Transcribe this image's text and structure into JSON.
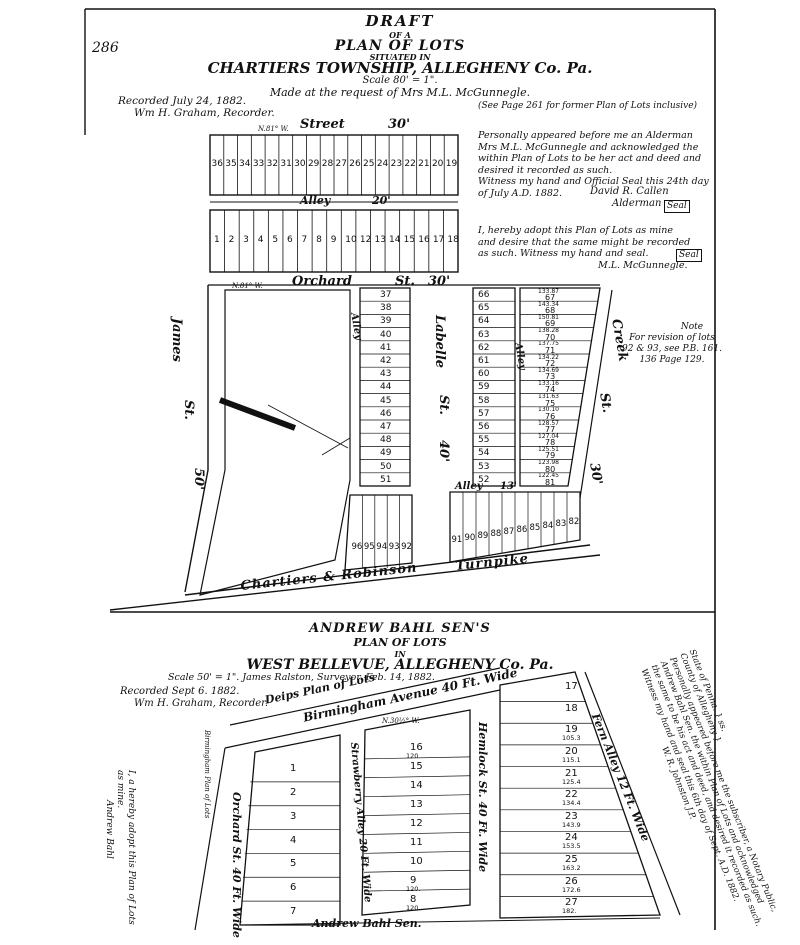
{
  "page_number": "286",
  "upper_plan": {
    "heading": [
      "DRAFT",
      "OF A",
      "PLAN OF LOTS",
      "SITUATED IN",
      "CHARTIERS TOWNSHIP, ALLEGHENY Co. Pa.",
      "Scale 80' = 1\".",
      "Made at the request of Mrs M.L. McGunnegle."
    ],
    "recorded": [
      "Recorded July 24, 1882.",
      "Wm H. Graham, Recorder."
    ],
    "see_page": "(See Page 261 for former Plan of Lots inclusive)",
    "acknowledgment": [
      "Personally appeared before me an Alderman",
      "Mrs M.L. McGunnegle and acknowledged the",
      "within Plan of Lots to be her act and deed and",
      "desired it recorded as such.",
      "Witness my hand and Official Seal this 24th day",
      "of July A.D. 1882."
    ],
    "alderman": [
      "David R. Callen",
      "Alderman"
    ],
    "seal": "Seal",
    "adoption": [
      "I, hereby adopt this Plan of Lots as mine",
      "and desire that the same might be recorded",
      "as such. Witness my hand and seal.",
      "M.L. McGunnegle."
    ],
    "revision_note": [
      "Note",
      "For revision of lots",
      "92 & 93, see P.B. 161.",
      "136 Page 129."
    ],
    "streets": {
      "street_top": "Street",
      "street_top_width": "30'",
      "bearing_top": "N.81° W.",
      "alley_mid": "Alley",
      "alley_mid_width": "20'",
      "orchard": "Orchard",
      "orchard_st": "St.",
      "orchard_width": "30'",
      "bearing_orchard": "N.81° W.",
      "james": "James",
      "james_st": "St.",
      "james_width": "50'",
      "labelle": "Labelle",
      "labelle_st": "St.",
      "labelle_width": "40'",
      "creek": "Creek",
      "creek_st": "St.",
      "creek_width": "30'",
      "alley_v1": "Alley",
      "alley_v2": "Alley",
      "alley_bottom": "Alley",
      "alley_bottom_width": "13'",
      "road": "Chartiers & Robinson",
      "turnpike": "Turnpike"
    },
    "lots_row1": [
      "36",
      "35",
      "34",
      "33",
      "32",
      "31",
      "30",
      "29",
      "28",
      "27",
      "26",
      "25",
      "24",
      "23",
      "22",
      "21",
      "20",
      "19"
    ],
    "lots_row2": [
      "1",
      "2",
      "3",
      "4",
      "5",
      "6",
      "7",
      "8",
      "9",
      "10",
      "12",
      "13",
      "14",
      "15",
      "16",
      "17",
      "18"
    ],
    "lots_col_a": [
      "37",
      "38",
      "39",
      "40",
      "41",
      "42",
      "43",
      "44",
      "45",
      "46",
      "47",
      "48",
      "49",
      "50",
      "51"
    ],
    "lots_col_b": [
      "66",
      "65",
      "64",
      "63",
      "62",
      "61",
      "60",
      "59",
      "58",
      "57",
      "56",
      "55",
      "54",
      "53",
      "52"
    ],
    "lots_col_c": [
      "67",
      "68",
      "69",
      "70",
      "71",
      "72",
      "73",
      "74",
      "75",
      "76",
      "77",
      "78",
      "79",
      "80",
      "81"
    ],
    "lots_col_c_depths": [
      "133.87",
      "143.34",
      "150.81",
      "138.28",
      "137.75",
      "134.22",
      "134.69",
      "133.16",
      "131.63",
      "130.10",
      "128.57",
      "127.04",
      "125.51",
      "123.98",
      "122.45"
    ],
    "lots_bottom_left": [
      "96",
      "95",
      "94",
      "93",
      "92"
    ],
    "lots_bottom_right": [
      "91",
      "90",
      "89",
      "88",
      "87",
      "86",
      "85",
      "84",
      "83",
      "82"
    ]
  },
  "lower_plan": {
    "heading": [
      "ANDREW BAHL SEN'S",
      "PLAN OF LOTS",
      "IN",
      "WEST BELLEVUE, ALLEGHENY Co. Pa."
    ],
    "scale": "Scale 50' = 1\".     James Ralston, Surveyor.  Feb. 14, 1882.",
    "recorded": [
      "Recorded Sept 6. 1882.",
      "Wm H. Graham, Recorder."
    ],
    "adoption": [
      "I, a hereby adopt this Plan of Lots",
      "as mine.",
      "Andrew Bahl"
    ],
    "acknowledgment": [
      "State of Penna. } ss.",
      "County of Allegheny }",
      "Personally appeared before me the subscriber, a Notary Public,",
      "Andrew Bahl Sen. the within Plan of Lots and acknowledged",
      "the same to be his act and deed, and desired it recorded as such.",
      "Witness my hand and seal this 6th day of Sept. A.D. 1882.",
      "W. R. Johnston J.P."
    ],
    "streets": {
      "deips": "Deips Plan of Lots",
      "birmingham": "Birmingham Avenue 40 Ft. Wide",
      "orchard": "Orchard St. 40 Ft. Wide",
      "strawberry": "Strawberry Alley 20 Ft. Wide",
      "hemlock": "Hemlock St. 40 Ft. Wide",
      "fern": "Fern Alley 12 Ft. Wide",
      "birmingham_plan": "Birmingham Plan of Lots",
      "bearing": "N.30½° W."
    },
    "lots_col_a": [
      "1",
      "2",
      "3",
      "4",
      "5",
      "6",
      "7"
    ],
    "lots_col_b": [
      "16",
      "15",
      "14",
      "13",
      "12",
      "11",
      "10",
      "9",
      "8"
    ],
    "lots_col_b_depths": [
      "120",
      "",
      "",
      "",
      "",
      "",
      "",
      "120.",
      "120."
    ],
    "lots_col_c": [
      "17",
      "18",
      "19",
      "20",
      "21",
      "22",
      "23",
      "24",
      "25",
      "26",
      "27"
    ],
    "lots_col_c_depths": [
      "",
      "",
      "105.3",
      "115.1",
      "125.4",
      "134.4",
      "143.9",
      "153.5",
      "163.2",
      "172.6",
      "182."
    ],
    "signature": "Andrew Bahl Sen."
  }
}
